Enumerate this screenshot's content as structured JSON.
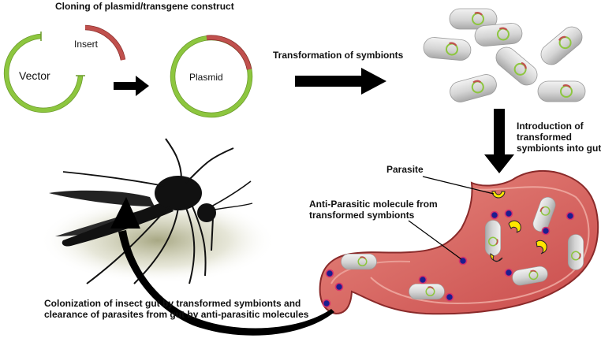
{
  "labels": {
    "title": "Cloning of plasmid/transgene construct",
    "insert": "Insert",
    "vector": "Vector",
    "plasmid": "Plasmid",
    "transformation": "Transformation of symbionts",
    "introduction": "Introduction of transformed symbionts into gut",
    "parasite": "Parasite",
    "anti_parasitic": "Anti-Parasitic molecule from transformed symbionts",
    "colonization": "Colonization of insect gut by transformed symbionts and clearance of parasites from gut by anti-parasitic molecules"
  },
  "colors": {
    "vector_green": "#8dc63f",
    "insert_red": "#c0504d",
    "bacteria_gray": "#d9d9d9",
    "arrow_black": "#000000",
    "gut_red": "#c84a4a",
    "parasite_yellow": "#ffe600",
    "molecule_blue": "#1c1d8f"
  }
}
